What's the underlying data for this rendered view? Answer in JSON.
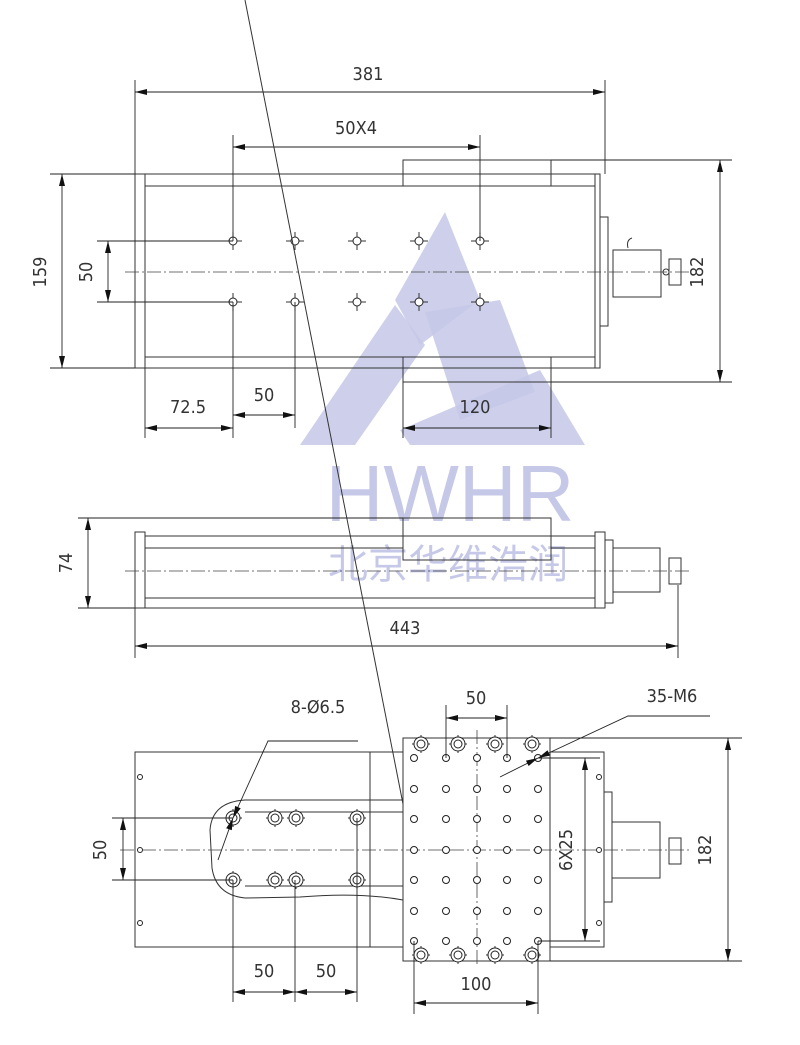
{
  "drawing": {
    "top_view": {
      "overall_length": "381",
      "hole_pitch_pattern": "50X4",
      "body_width": "159",
      "row_spacing": "50",
      "total_width": "182",
      "left_offset": "72.5",
      "hole_pitch": "50",
      "carriage_length": "120"
    },
    "side_view": {
      "height": "74",
      "total_length": "443"
    },
    "bottom_view": {
      "mount_holes": "8-Ø6.5",
      "slot_pitch_top": "50",
      "tapped_holes": "35-M6",
      "row_spacing": "50",
      "grid_pitch": "6X25",
      "total_width": "182",
      "slot_pitch_1": "50",
      "slot_pitch_2": "50",
      "grid_span": "100"
    },
    "watermark": {
      "brand": "HWHR",
      "company": "北京华维浩润"
    }
  }
}
